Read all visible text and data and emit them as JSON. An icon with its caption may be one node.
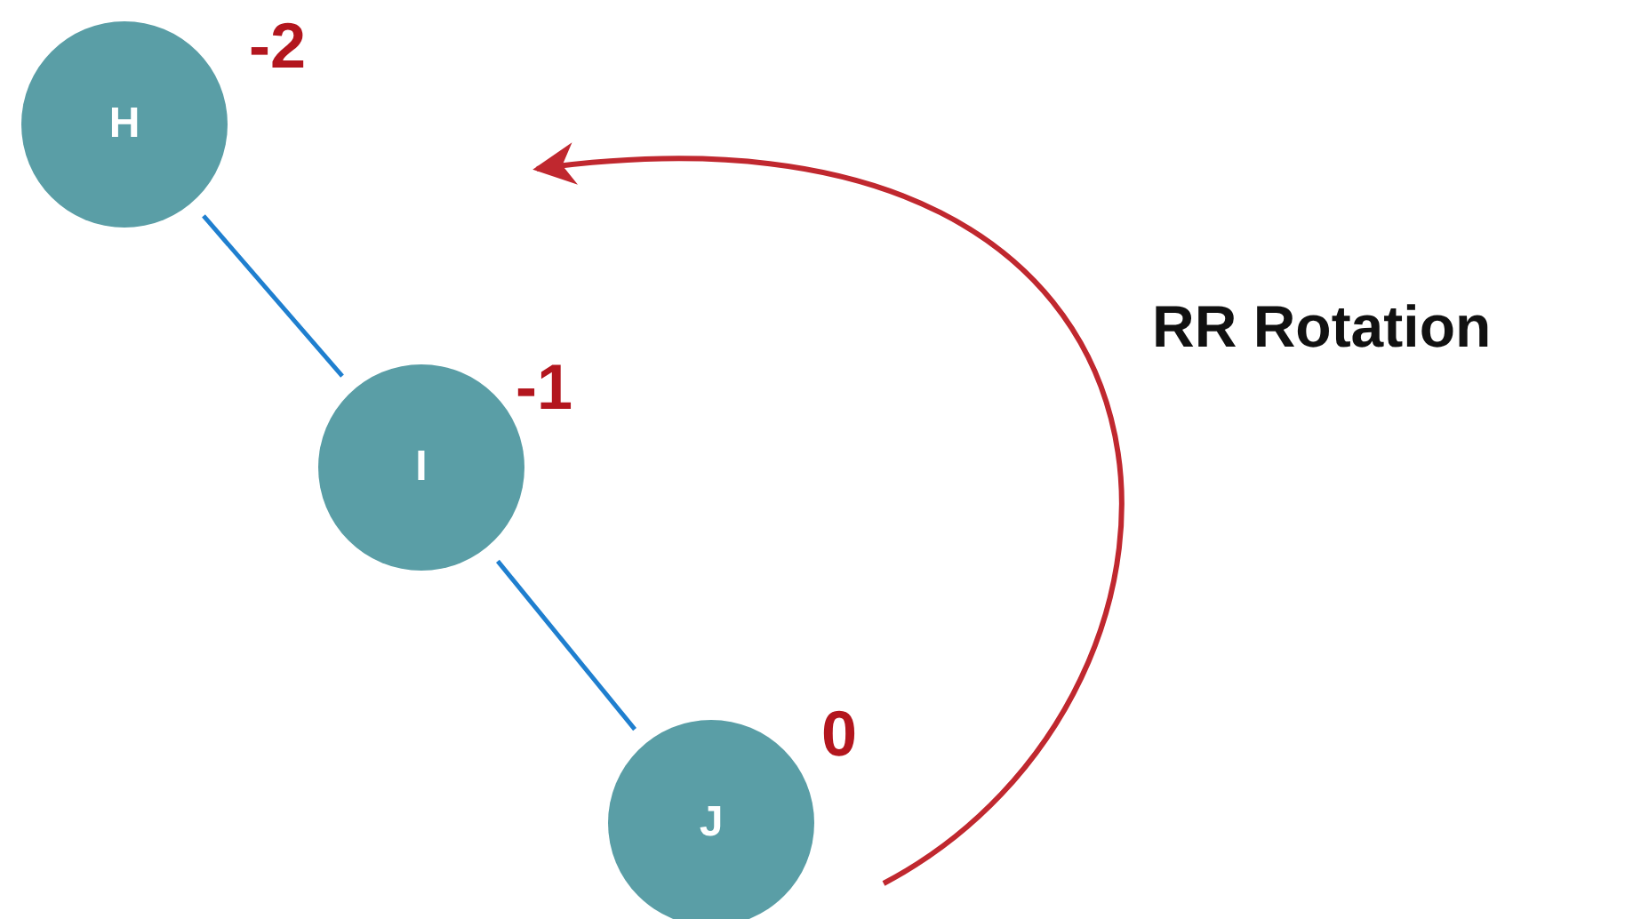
{
  "diagram": {
    "nodes": [
      {
        "text": [
          "H"
        ],
        "beside": [
          "-2"
        ]
      },
      {
        "text": [
          "I"
        ],
        "beside": [
          "-1"
        ]
      },
      {
        "text": [
          "J"
        ],
        "beside": [
          "0"
        ]
      }
    ],
    "edges": [
      {
        "from": 0,
        "to": 1,
        "arrow": "none"
      },
      {
        "from": 1,
        "to": 2,
        "arrow": "none"
      }
    ],
    "labels": [
      "RR Rotation"
    ]
  }
}
